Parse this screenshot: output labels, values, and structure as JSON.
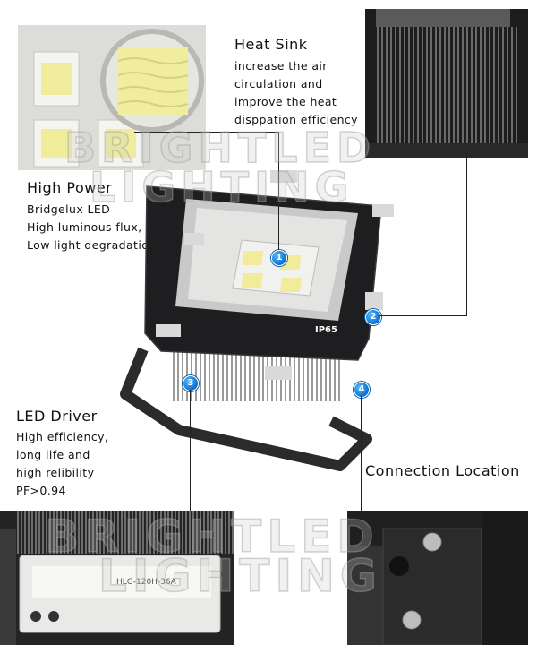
{
  "heat_sink": {
    "title": "Heat Sink",
    "desc": [
      "increase the air",
      "circulation and",
      "improve the heat",
      "disppation efficiency"
    ]
  },
  "high_power": {
    "title": "High Power",
    "desc": [
      "Bridgelux LED",
      "High luminous flux,",
      "Low light degradation"
    ]
  },
  "led_driver": {
    "title": "LED Driver",
    "desc": [
      "High efficiency,",
      "long life and",
      "high relibility",
      "PF>0.94"
    ]
  },
  "connection": {
    "title": "Connection Location"
  },
  "rating": "IP65",
  "driver_label": "HLG-120H-36A",
  "badges": [
    "1",
    "2",
    "3",
    "4"
  ],
  "watermark": {
    "line1": "BRIGHTLED",
    "line2": "LIGHTING"
  },
  "colors": {
    "badge": "#0a6fd0",
    "housing": "#1e1e20",
    "chip": "#f2ec9a"
  }
}
